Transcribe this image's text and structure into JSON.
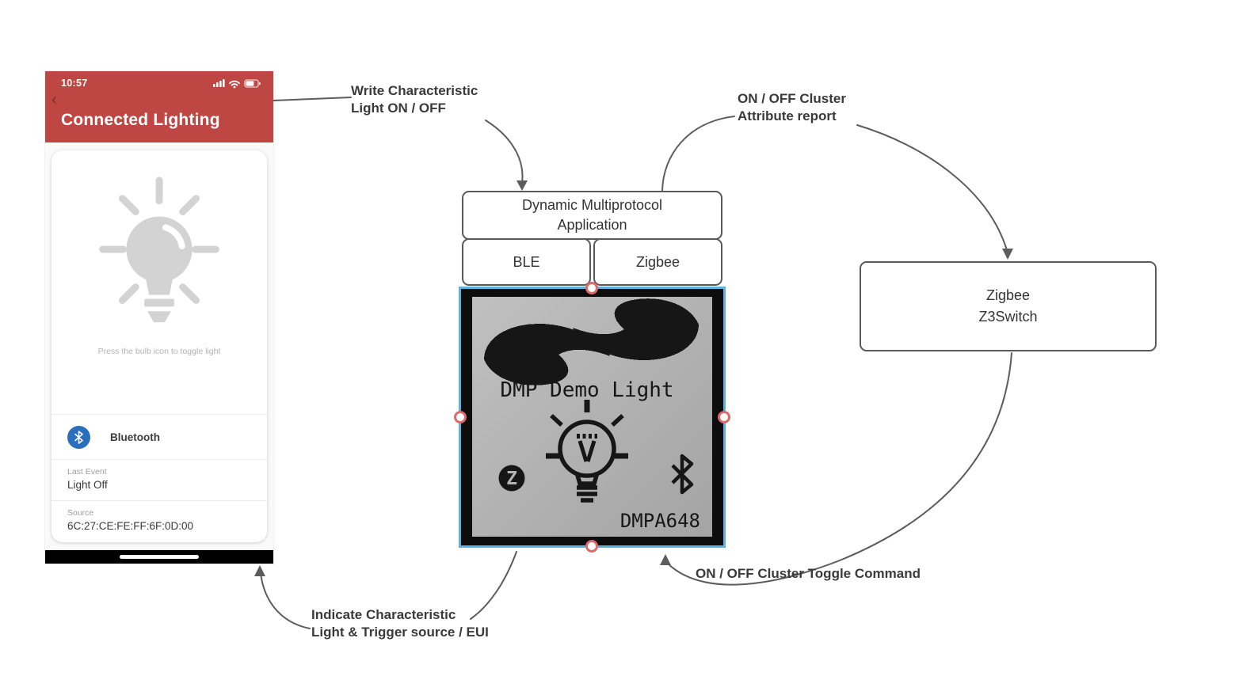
{
  "phone": {
    "status": {
      "time": "10:57"
    },
    "header": {
      "title": "Connected Lighting",
      "back_glyph": "‹"
    },
    "card": {
      "caption": "Press the bulb icon to toggle light",
      "bluetooth_label": "Bluetooth",
      "last_event_label": "Last Event",
      "last_event_value": "Light Off",
      "source_label": "Source",
      "source_value": "6C:27:CE:FE:FF:6F:0D:00"
    }
  },
  "dmp_stack": {
    "app_line1": "Dynamic Multiprotocol",
    "app_line2": "Application",
    "ble_label": "BLE",
    "zigbee_label": "Zigbee"
  },
  "lcd": {
    "title": "DMP Demo Light",
    "board_id": "DMPA648",
    "zigbee_letter": "Z"
  },
  "z3switch": {
    "line1": "Zigbee",
    "line2": "Z3Switch"
  },
  "annotations": {
    "write_char_line1": "Write Characteristic",
    "write_char_line2": "Light ON / OFF",
    "attr_report_line1": "ON / OFF Cluster",
    "attr_report_line2": "Attribute report",
    "toggle_cmd": "ON / OFF Cluster Toggle Command",
    "indicate_line1": "Indicate Characteristic",
    "indicate_line2": "Light & Trigger source / EUI"
  },
  "colors": {
    "header_red": "#bf4743",
    "selection_blue": "#5bb3e4",
    "handle_red": "#dd6a6a",
    "box_border": "#595959",
    "connector": "#5c5c5c",
    "bluetooth_blue": "#2a6fbd",
    "annotation_text": "#3a3a3a"
  }
}
